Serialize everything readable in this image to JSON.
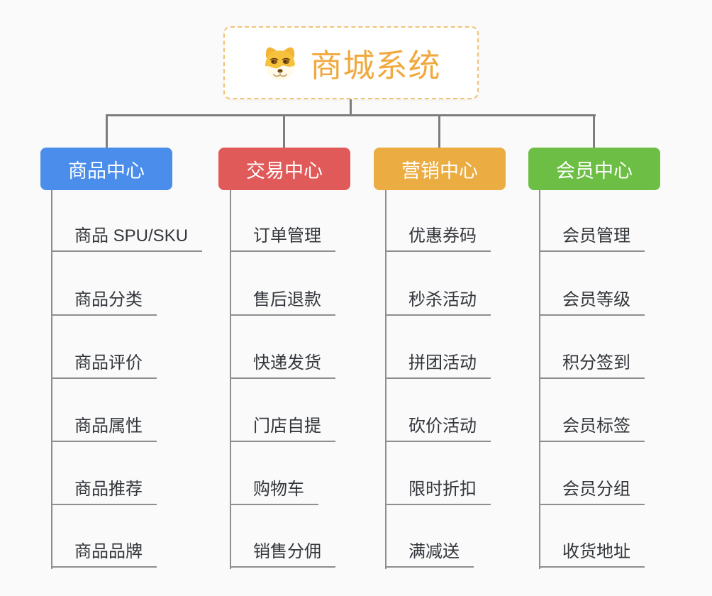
{
  "root": {
    "title": "商城系统",
    "icon": "doge-icon"
  },
  "branches": [
    {
      "label": "商品中心",
      "color": "#4a8dea",
      "items": [
        "商品 SPU/SKU",
        "商品分类",
        "商品评价",
        "商品属性",
        "商品推荐",
        "商品品牌"
      ]
    },
    {
      "label": "交易中心",
      "color": "#e15a5a",
      "items": [
        "订单管理",
        "售后退款",
        "快递发货",
        "门店自提",
        "购物车",
        "销售分佣"
      ]
    },
    {
      "label": "营销中心",
      "color": "#ebac41",
      "items": [
        "优惠券码",
        "秒杀活动",
        "拼团活动",
        "砍价活动",
        "限时折扣",
        "满减送"
      ]
    },
    {
      "label": "会员中心",
      "color": "#6dbe45",
      "items": [
        "会员管理",
        "会员等级",
        "积分签到",
        "会员标签",
        "会员分组",
        "收货地址"
      ]
    }
  ],
  "palette": {
    "background": "#fafafa",
    "root_border": "#f3c374",
    "root_text": "#f0a93f",
    "connector": "#7d7d7d",
    "leaf_line": "#8e8e8e",
    "leaf_text": "#33363b"
  }
}
